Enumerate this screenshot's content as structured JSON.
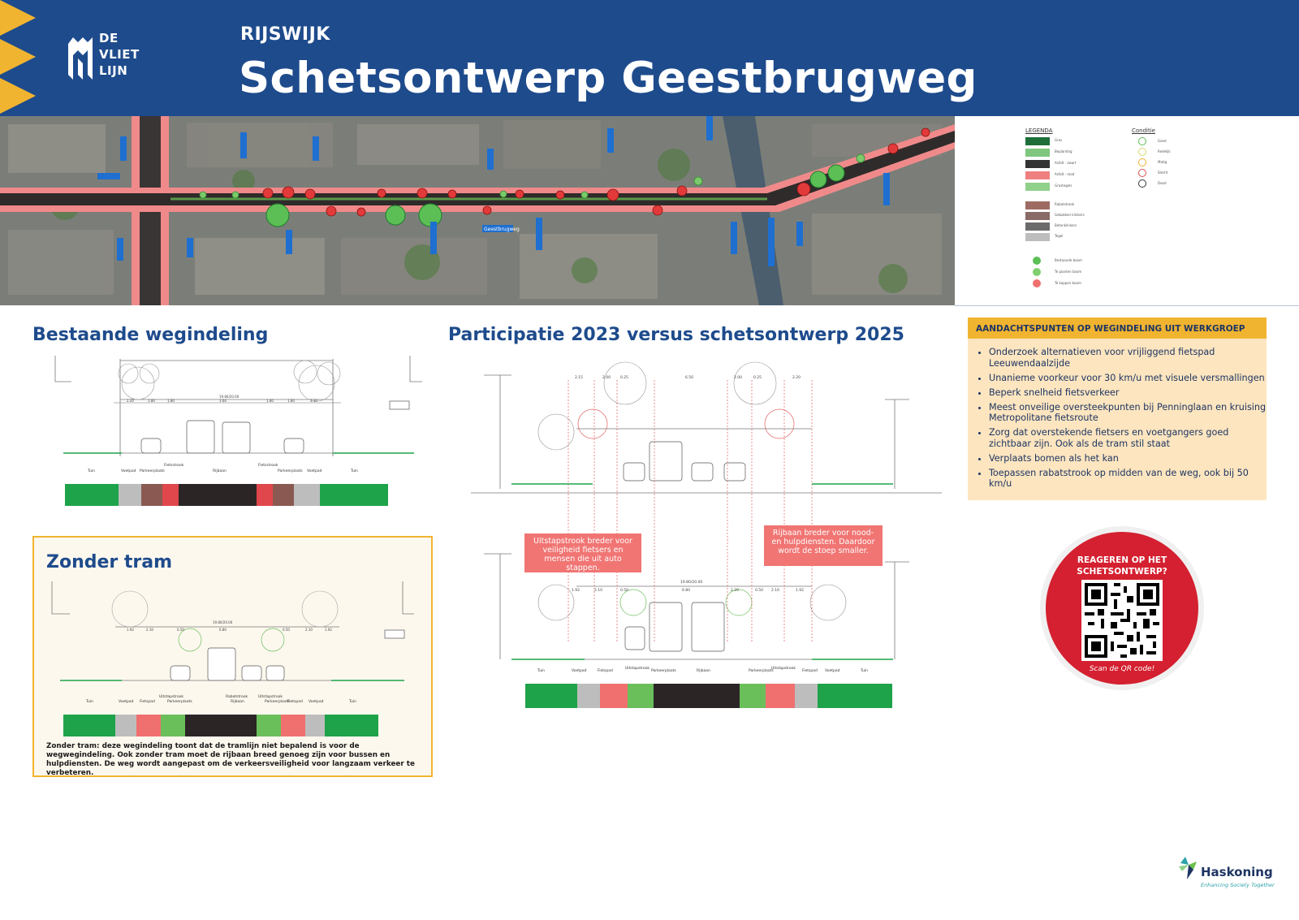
{
  "header": {
    "logo_lines": [
      "DE",
      "VLIET",
      "LIJN"
    ],
    "city": "RIJSWIJK",
    "title": "Schetsontwerp Geestbrugweg"
  },
  "map": {
    "street_labels": [
      "Geestbrugweg"
    ],
    "legend": {
      "heading": "LEGENDA",
      "condition_heading": "Conditie",
      "items": [
        {
          "color": "#1e6e3a",
          "label": "Gras"
        },
        {
          "color": "#7fc77e",
          "label": "Beplanting"
        },
        {
          "color": "#333333",
          "label": "Asfalt - zwart"
        },
        {
          "color": "#f08080",
          "label": "Asfalt - rood"
        },
        {
          "color": "#8fd08a",
          "label": "Grastegels"
        },
        {
          "color": "#9e6b63",
          "label": "Rabatstrook"
        },
        {
          "color": "#8a6a66",
          "label": "Gebakken klinkers"
        },
        {
          "color": "#6b6b6b",
          "label": "Betonklinkers"
        },
        {
          "color": "#bdbdbd",
          "label": "Tegel"
        }
      ],
      "trees": [
        {
          "color": "#5cbf55",
          "label": "Bestaande boom"
        },
        {
          "color": "#7fd070",
          "label": "Te planten boom"
        },
        {
          "color": "#f07070",
          "label": "Te kappen boom"
        }
      ],
      "condition": [
        {
          "color": "#5cbf55",
          "label": "Goed"
        },
        {
          "color": "#d8d870",
          "label": "Redelijk"
        },
        {
          "color": "#f0b030",
          "label": "Matig"
        },
        {
          "color": "#e05050",
          "label": "Slecht"
        },
        {
          "color": "#333333",
          "label": "Dood"
        }
      ]
    }
  },
  "existing": {
    "heading": "Bestaande wegindeling",
    "labels": [
      "Tuin",
      "Voetpad",
      "Parkeerplaats",
      "Fietsstrook",
      "Rijbaan",
      "Fietsstrook",
      "Parkeerplaats",
      "Voetpad",
      "Tuin"
    ],
    "dims_total": "19.80/20.00",
    "dims": [
      "2.20",
      "1.80",
      "1.80",
      "3.64",
      "1.80",
      "1.80",
      "2.10"
    ]
  },
  "zonder": {
    "heading": "Zonder tram",
    "labels": [
      "Tuin",
      "Voetpad",
      "Fietspad",
      "Uitstapstrook",
      "Parkeerplaats",
      "Rabatstrook",
      "Rijbaan",
      "Uitstapstrook",
      "Parkeerplaats",
      "Fietspad",
      "Voetpad",
      "Tuin"
    ],
    "dims_total": "19.80/20.00",
    "dims": [
      "1.92",
      "2.10",
      "0.50",
      "6.80",
      "0.50",
      "2.10",
      "1.92"
    ],
    "note": "Zonder tram: deze wegindeling toont dat de tramlijn niet bepalend is voor de wegwegindeling. Ook zonder tram moet de rijbaan breed genoeg zijn voor bussen en hulpdiensten. De weg wordt aangepast om de verkeersveiligheid voor langzaam verkeer te verbeteren."
  },
  "participatie": {
    "heading": "Participatie 2023 versus schetsontwerp 2025",
    "top_dims": [
      "2.15",
      "2.00",
      "0.25",
      "6.50",
      "2.00",
      "0.25",
      "2.20"
    ],
    "bottom_dims_total": "19.80/20.00",
    "bottom_dims": [
      "1.92",
      "2.10",
      "0.50",
      "6.80",
      "2.20",
      "0.50",
      "2.10",
      "1.92"
    ],
    "bottom_labels": [
      "Tuin",
      "Voetpad",
      "Fietspad",
      "Uitstapstrook",
      "Parkeerplaats",
      "Rijbaan",
      "Parkeerplaats",
      "Uitstapstrook",
      "Fietspad",
      "Voetpad",
      "Tuin"
    ],
    "callout_left": "Uitstapstrook breder voor veiligheid fietsers en mensen die uit auto stappen.",
    "callout_right": "Rijbaan breder voor nood- en hulpdiensten. Daardoor wordt de stoep smaller."
  },
  "attention": {
    "heading": "AANDACHTSPUNTEN OP WEGINDELING UIT WERKGROEP",
    "items": [
      "Onderzoek alternatieven voor vrijliggend fietspad Leeuwendaalzijde",
      "Unanieme voorkeur voor 30 km/u met visuele versmallingen",
      "Beperk snelheid fietsverkeer",
      "Meest onveilige oversteekpunten bij Penninglaan en kruising Metropolitane fietsroute",
      "Zorg dat overstekende fietsers en voetgangers goed zichtbaar zijn. Ook als de tram stil staat",
      "Verplaats bomen als het kan",
      "Toepassen rabatstrook op midden van de weg, ook bij 50 km/u"
    ]
  },
  "qr": {
    "title_line1": "REAGEREN OP HET",
    "title_line2": "SCHETSONTWERP?",
    "scan": "Scan de QR code!"
  },
  "footer": {
    "brand": "Haskoning",
    "tagline": "Enhancing Society Together"
  },
  "colors": {
    "brand_blue": "#1e4b8c",
    "accent_yellow": "#f1b430",
    "qr_red": "#d42030",
    "callout_red": "#f07573",
    "grass_green": "#1fa34a"
  }
}
